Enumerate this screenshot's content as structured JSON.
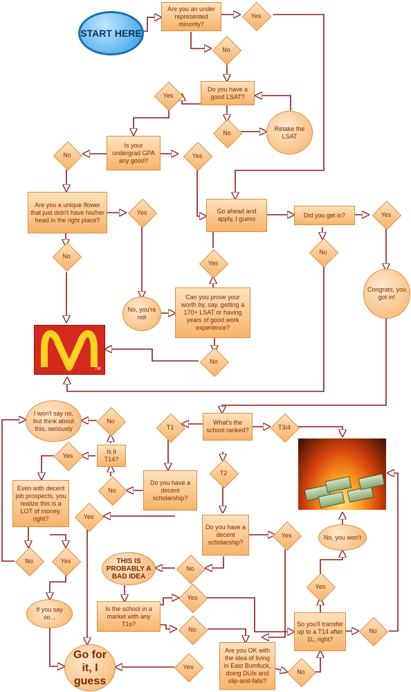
{
  "nodes": {
    "start": "START HERE",
    "q_minority": "Are you an under represented minority?",
    "q_lsat": "Do you have a good LSAT?",
    "retake_lsat": "Retake the LSAT",
    "q_gpa": "Is your undergrad GPA any good?",
    "q_unique": "Are you a unique flower that just didn't have his/her head in the right place?",
    "apply": "Go ahead and apply, I guess",
    "q_get_in": "Did you get in?",
    "congrats": "Congrats, you got in!",
    "no_not": "No, you're not",
    "q_prove": "Can you prove your worth by, say, getting a 170+ LSAT or having years of good work experience?",
    "q_ranked": "What's the school ranked?",
    "ans_t1": "T1",
    "ans_t2": "T2",
    "ans_t34": "T3/4",
    "wont_say_no": "I won't say no, but think about this, seriously",
    "q_t14": "Is it T14?",
    "q_money": "Even with decent job prospects, you realize this is a LOT of money, right?",
    "q_sch_t1": "Do you have a decent scholarship?",
    "q_sch_t2": "Do you have a decent scholarship?",
    "bad_idea": "THIS IS PROBABLY A BAD IDEA",
    "q_market": "Is the school in a market with any T1s?",
    "q_transfer": "So you'll transfer up to a T14 after 1L, right?",
    "no_wont": "No, you won't",
    "if_say_so": "If you say so...",
    "go_for_it": "Go for it, I guess",
    "q_east": "Are you OK with the idea of living in East Bumfuck, doing DUIs and slip-and-falls?"
  },
  "answers": {
    "yes": "Yes",
    "no": "No"
  },
  "images": {
    "mcdonalds": "mcdonalds-logo",
    "money_fire": "burning-money"
  },
  "colors": {
    "node_fill": "#f7b46b",
    "node_border": "#e08a3b",
    "text": "#7a2a00",
    "start_fill": "#2e9de6",
    "connector": "#8b1a1a"
  }
}
